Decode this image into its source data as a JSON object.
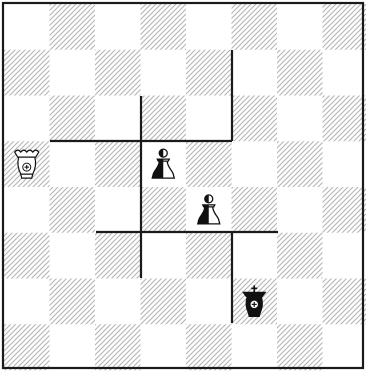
{
  "board": {
    "size": 8,
    "light_color": "#ffffff",
    "dark_color": "#bdbdbd",
    "line_color": "#1a1a1a",
    "pieces": [
      {
        "name": "white-king-piece",
        "type": "king",
        "color": "white",
        "square": "a5"
      },
      {
        "name": "black-pawn-piece-d5",
        "type": "pawn",
        "color": "black",
        "square": "d5"
      },
      {
        "name": "black-pawn-piece-e4",
        "type": "pawn",
        "color": "black",
        "square": "e4"
      },
      {
        "name": "black-king-piece",
        "type": "king",
        "color": "black",
        "square": "f2"
      }
    ]
  }
}
